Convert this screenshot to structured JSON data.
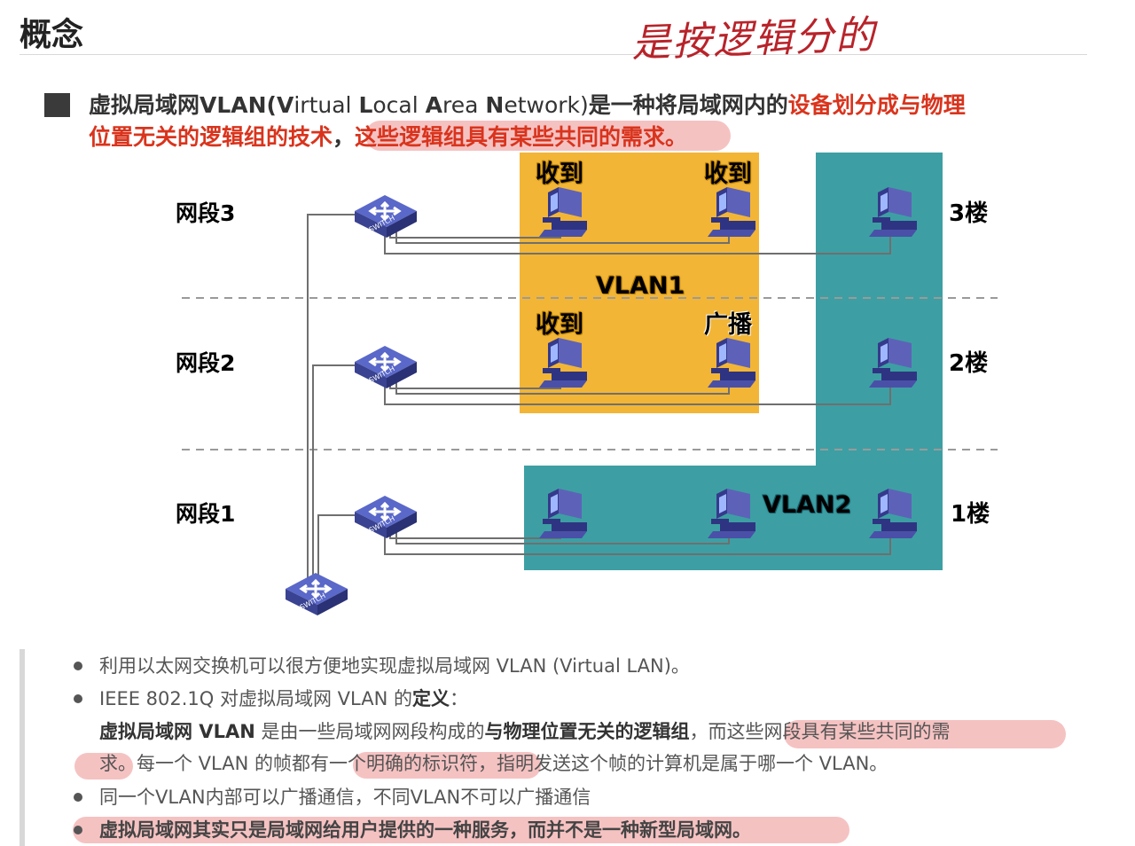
{
  "title": "概念",
  "handwritten_note": "是按逻辑分的",
  "definition": {
    "line1_prefix": "虚拟局域网VLAN(",
    "line1_V": "V",
    "line1_irtual": "irtual ",
    "line1_L": "L",
    "line1_ocal": "ocal ",
    "line1_A": "A",
    "line1_rea": "rea ",
    "line1_N": "N",
    "line1_etwork": "etwork)",
    "line1_mid": "是一种将局域网内的",
    "line1_red": "设备划分成与物理",
    "line2_red1": "位置无关的逻辑组的技术",
    "line2_comma": "，",
    "line2_red2": "这些逻辑组具有某些共同的需求。"
  },
  "diagram": {
    "segments": [
      "网段3",
      "网段2",
      "网段1"
    ],
    "floors": [
      "3楼",
      "2楼",
      "1楼"
    ],
    "received_labels": [
      "收到",
      "收到",
      "收到"
    ],
    "broadcast_label": "广播",
    "vlan1_label": "VLAN1",
    "vlan2_label": "VLAN2",
    "switch_text": "SWITCH",
    "colors": {
      "vlan1": "#f2b536",
      "vlan2": "#3d9fa3",
      "switch": "#3f4aa0",
      "pc": "#3e4396"
    }
  },
  "notes": {
    "n1": "利用以太网交换机可以很方便地实现虚拟局域网 VLAN (Virtual LAN)。",
    "n2_prefix": "IEEE 802.1Q 对虚拟局域网 VLAN 的",
    "n2_bold": "定义",
    "n2_suffix": "：",
    "n3_bold1": "虚拟局域网 VLAN",
    "n3_mid1": " 是由一些局域网网段构成的",
    "n3_bold2": "与物理位置无关的逻辑组",
    "n3_mid2": "，而这些网段具有某些共同的需",
    "n4_a": "求。每一个 VLAN 的帧都有",
    "n4_b": "一个明确的标识符",
    "n4_c": "，指明发送这个帧的计算机是属于哪一个 VLAN。",
    "n5": "同一个VLAN内部可以广播通信，不同VLAN不可以广播通信",
    "n6": "虚拟局域网其实只是局域网给用户提供的一种服务，而并不是一种新型局域网。"
  }
}
